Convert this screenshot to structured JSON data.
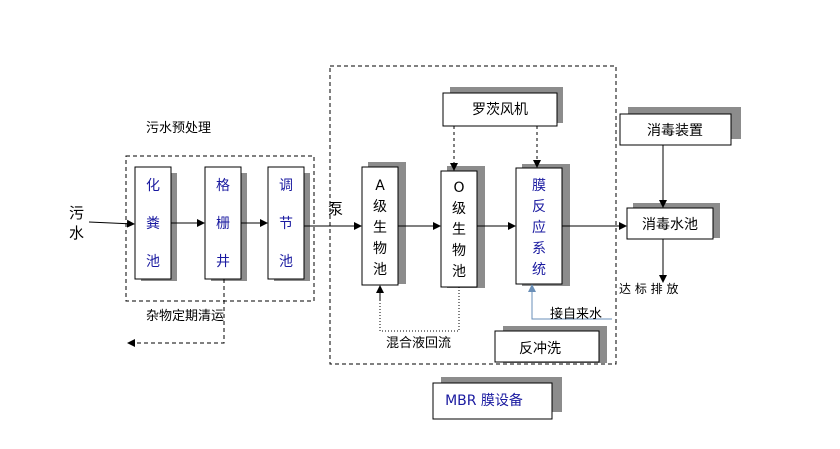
{
  "input": {
    "label": "污水"
  },
  "pretreatment": {
    "group_label": "污水预处理",
    "units": [
      {
        "id": "septic-tank",
        "label": "化粪池"
      },
      {
        "id": "grille-well",
        "label": "格栅井"
      },
      {
        "id": "regulating-tank",
        "label": "调节池"
      }
    ],
    "debris_note": "杂物定期清运"
  },
  "pump": {
    "label": "泵"
  },
  "mbr": {
    "label": "MBR 膜设备",
    "units": [
      {
        "id": "a-tank",
        "label": "A级生物池"
      },
      {
        "id": "o-tank",
        "label": "O级生物池"
      },
      {
        "id": "membrane-system",
        "label": "膜反应系统"
      }
    ],
    "blower": {
      "label": "罗茨风机"
    },
    "recirculation": {
      "label": "混合液回流"
    },
    "backwash": {
      "label": "反冲洗"
    },
    "tap_water": {
      "label": "接自来水"
    }
  },
  "disinfection": {
    "device": {
      "label": "消毒装置"
    },
    "tank": {
      "label": "消毒水池"
    },
    "output": {
      "label": "达 标 排 放"
    }
  },
  "colors": {
    "shadow": "#8c8c8c",
    "box_text": "#1a1aa0",
    "tap_water_line": "#6a8fb8"
  }
}
